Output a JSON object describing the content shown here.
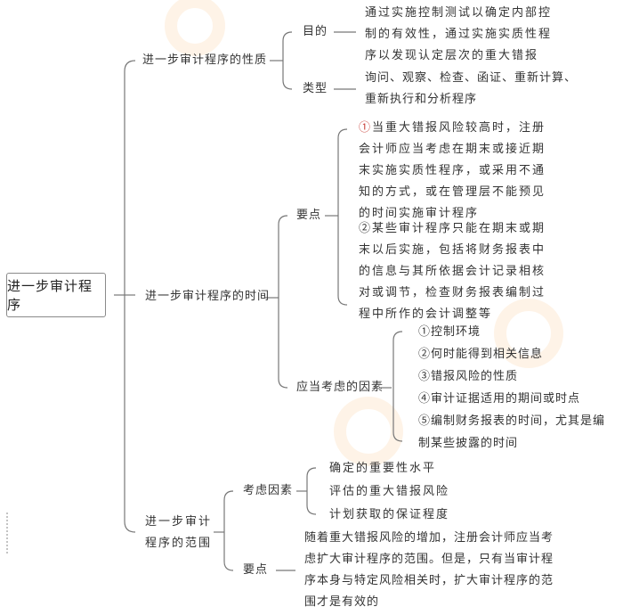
{
  "root": {
    "label": "进一步审计程序"
  },
  "branches": {
    "nature": {
      "label": "进一步审计程序的性质",
      "purpose": {
        "label": "目的",
        "lines": [
          "通过实施控制测试以确定内部控",
          "制的有效性，通过实施实质性程",
          "序以发现认定层次的重大错报"
        ]
      },
      "type": {
        "label": "类型",
        "lines": [
          "询问、观察、检查、函证、重新计算、",
          "重新执行和分析程序"
        ]
      }
    },
    "timing": {
      "label": "进一步审计程序的时间",
      "key_points": {
        "label": "要点",
        "point1_marker": "①",
        "point1_lines": [
          "当重大错报风险较高时，注册",
          "会计师应当考虑在期末或接近期",
          "末实施实质性程序，或采用不通",
          "知的方式，或在管理层不能预见",
          "的时间实施审计程序"
        ],
        "point2_lines": [
          "②某些审计程序只能在期末或期",
          "末以后实施，包括将财务报表中",
          "的信息与其所依据会计记录相核",
          "对或调节，检查财务报表编制过",
          "程中所作的会计调整等"
        ]
      },
      "factors": {
        "label": "应当考虑的因素",
        "items": [
          "①控制环境",
          "②何时能得到相关信息",
          "③错报风险的性质",
          "④审计证据适用的期间或时点",
          "⑤编制财务报表的时间，尤其是编",
          "制某些披露的时间"
        ]
      }
    },
    "extent": {
      "label_line1": "进一步审计",
      "label_line2": "程序的范围",
      "considerations": {
        "label": "考虑因素",
        "items": [
          "确定的重要性水平",
          "评估的重大错报风险",
          "计划获取的保证程度"
        ]
      },
      "key_points": {
        "label": "要点",
        "lines": [
          "随着重大错报风险的增加，注册会计师应当考",
          "虑扩大审计程序的范围。但是，只有当审计程",
          "序本身与特定风险相关时，扩大审计程序的范",
          "围才是有效的"
        ]
      }
    }
  },
  "colors": {
    "line": "#777777",
    "text": "#333333",
    "accent_marker": "#c8413a"
  }
}
